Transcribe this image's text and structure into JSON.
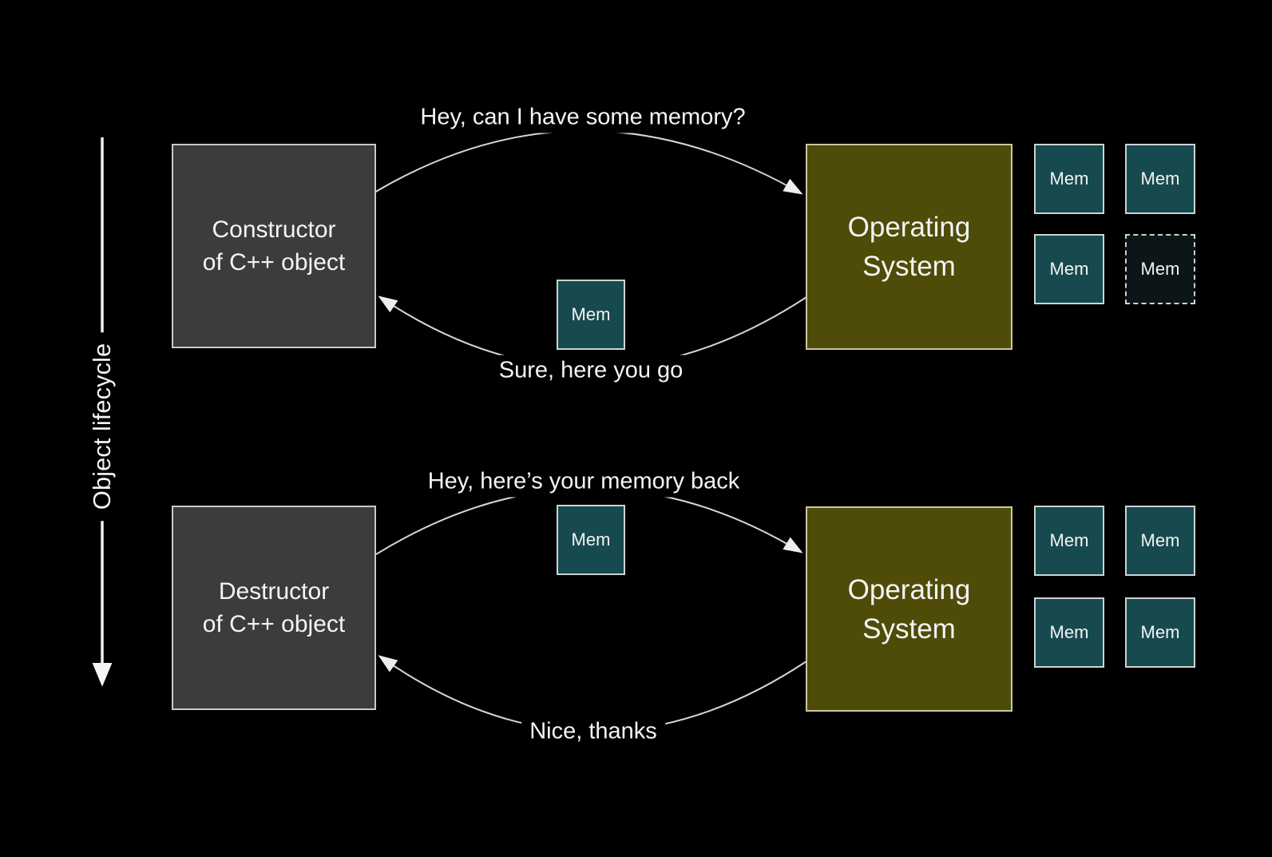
{
  "axis": {
    "label": "Object lifecycle"
  },
  "colors": {
    "background": "#000000",
    "actor_box": "#3c3c3c",
    "actor_border": "#c9c9c9",
    "os_box": "#4e4c08",
    "os_border": "#c9c7a2",
    "mem_box": "#174a4e",
    "mem_border": "#ccd3d3",
    "mem_empty_box": "#0c1517",
    "line": "#d6d6d6",
    "text": "#f4f4f4"
  },
  "sections": [
    {
      "name": "construction",
      "actor_label_line1": "Constructor",
      "actor_label_line2": "of C++ object",
      "os_label_line1": "Operating",
      "os_label_line2": "System",
      "request_label": "Hey, can I have some memory?",
      "response_label": "Sure, here you go",
      "transfer_mem_label": "Mem",
      "os_mem_slots": [
        {
          "label": "Mem",
          "state": "filled"
        },
        {
          "label": "Mem",
          "state": "filled"
        },
        {
          "label": "Mem",
          "state": "filled"
        },
        {
          "label": "Mem",
          "state": "empty"
        }
      ]
    },
    {
      "name": "destruction",
      "actor_label_line1": "Destructor",
      "actor_label_line2": "of C++ object",
      "os_label_line1": "Operating",
      "os_label_line2": "System",
      "request_label": "Hey, here’s your memory back",
      "response_label": "Nice, thanks",
      "transfer_mem_label": "Mem",
      "os_mem_slots": [
        {
          "label": "Mem",
          "state": "filled"
        },
        {
          "label": "Mem",
          "state": "filled"
        },
        {
          "label": "Mem",
          "state": "filled"
        },
        {
          "label": "Mem",
          "state": "filled"
        }
      ]
    }
  ]
}
